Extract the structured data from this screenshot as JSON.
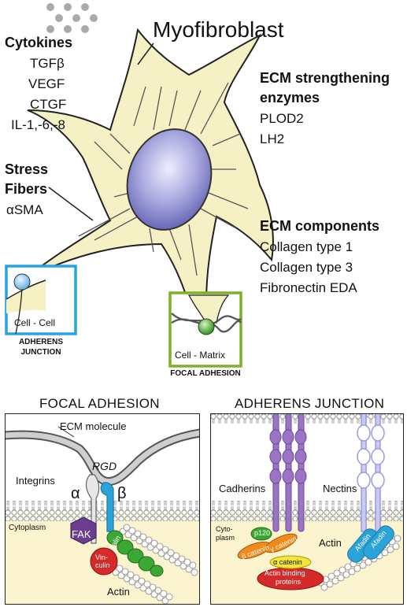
{
  "top": {
    "title": "Myofibroblast",
    "cytokines": {
      "heading": "Cytokines",
      "items": [
        "TGFβ",
        "VEGF",
        "CTGF",
        "IL-1,-6,-8"
      ]
    },
    "stress_fibers": {
      "heading_line1": "Stress",
      "heading_line2": "Fibers",
      "item": "αSMA"
    },
    "ecm_enzymes": {
      "heading_line1": "ECM strengthening",
      "heading_line2": "enzymes",
      "items": [
        "PLOD2",
        "LH2"
      ]
    },
    "ecm_components": {
      "heading": "ECM components",
      "items": [
        "Collagen type 1",
        "Collagen type 3",
        "Fibronectin EDA"
      ]
    },
    "cell_cell": {
      "label": "Cell - Cell",
      "caption_line1": "ADHERENS",
      "caption_line2": "JUNCTION"
    },
    "cell_matrix": {
      "label": "Cell - Matrix",
      "caption": "FOCAL ADHESION"
    }
  },
  "focal_adhesion": {
    "title": "FOCAL ADHESION",
    "ecm_molecule": "ECM molecule",
    "rgd": "RGD",
    "integrins": "Integrins",
    "alpha": "α",
    "beta": "β",
    "cytoplasm": "Cytoplasm",
    "fak": "FAK",
    "talin": "Talin",
    "vinculin_line1": "Vin-",
    "vinculin_line2": "culin",
    "actin": "Actin"
  },
  "adherens_junction": {
    "title": "ADHERENS JUNCTION",
    "cadherins": "Cadherins",
    "nectins": "Nectins",
    "cytoplasm_line1": "Cyto-",
    "cytoplasm_line2": "plasm",
    "p120": "p120",
    "gamma_catenin": "γ catenin",
    "beta_catenin": "β catenin",
    "alpha_catenin": "α catenin",
    "actin_binding_line1": "Actin binding",
    "actin_binding_line2": "proteins",
    "actin": "Actin",
    "afadin1": "Afadin",
    "afadin2": "Afadin"
  },
  "colors": {
    "cell_fill": "#f6f1c4",
    "nucleus": "#9a9ad8",
    "cell_cell_box": "#29a3e0",
    "cell_matrix_box": "#7fb02a",
    "cadherin": "#9b74c4",
    "nectin": "#c9c9f2",
    "fak": "#6b3c8f",
    "talin": "#3aa832",
    "vinculin": "#d42a2a",
    "integrin_beta": "#2aa3d8"
  }
}
